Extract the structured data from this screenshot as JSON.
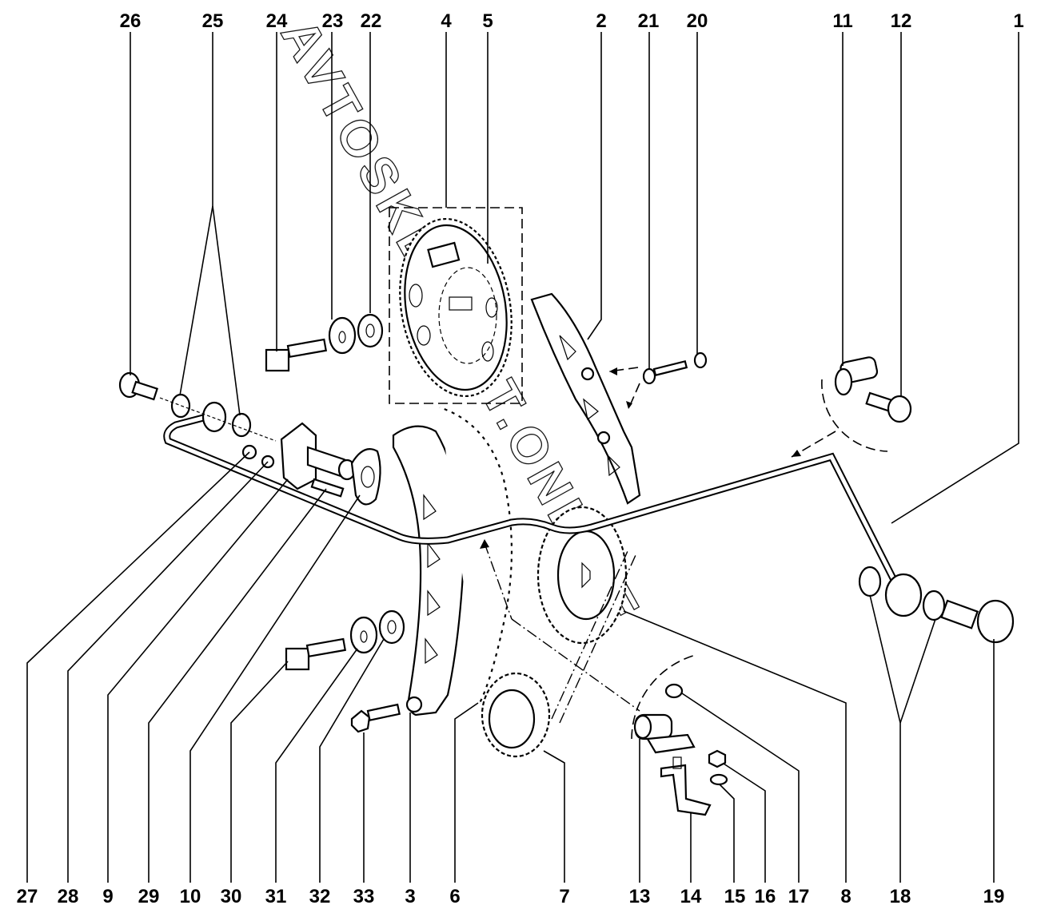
{
  "diagram": {
    "title": "Timing chain assembly exploded view",
    "watermark": "AVTOSKLAD.AT.ONLINE",
    "top_labels": [
      "26",
      "25",
      "24",
      "23",
      "22",
      "4",
      "5",
      "2",
      "21",
      "20",
      "11",
      "12",
      "1"
    ],
    "bottom_labels": [
      "27",
      "28",
      "9",
      "29",
      "10",
      "30",
      "31",
      "32",
      "33",
      "3",
      "6",
      "7",
      "13",
      "14",
      "15",
      "16",
      "17",
      "8",
      "18",
      "19"
    ]
  },
  "colors": {
    "ink": "#000000",
    "paper": "#ffffff"
  }
}
